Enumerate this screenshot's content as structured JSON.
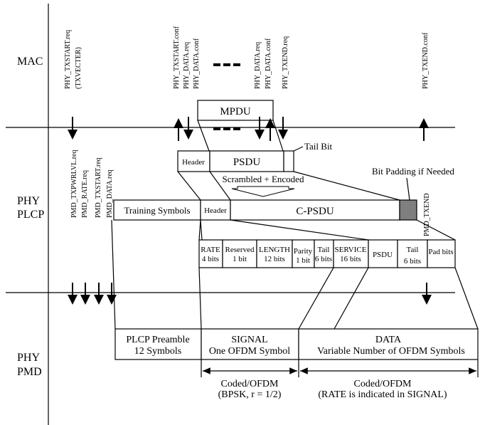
{
  "layers": {
    "mac": "MAC",
    "phy_plcp_1": "PHY",
    "phy_plcp_2": "PLCP",
    "phy_pmd_1": "PHY",
    "phy_pmd_2": "PMD"
  },
  "primitives": {
    "txstart_req": "PHY_TXSTART.req",
    "txvecter": "(TXVECTER)",
    "txstart_conf": "PHY_TXSTART.conf",
    "data_req": "PHY_DATA.req",
    "data_conf": "PHY_DATA.conf",
    "data_req2": "PHY_DATA.req",
    "data_conf2": "PHY_DATA.conf",
    "txend_req": "PHY_TXEND.req",
    "txend_conf": "PHY_TXEND.conf",
    "pmd_txpwrlvl": "PMD_TXPWRLVL.req",
    "pmd_rate": "PMD_RATE.req",
    "pmd_txstart": "PMD_TXSTART.req",
    "pmd_data": "PMD_DATA.req",
    "pmd_txend": "PMD_TXEND"
  },
  "frames": {
    "mpdu": "MPDU",
    "header": "Header",
    "psdu": "PSDU",
    "tail_bit": "Tail Bit",
    "scrambled": "Scrambled + Encoded",
    "bit_padding": "Bit Padding if Needed",
    "training": "Training Symbols",
    "header2": "Header",
    "cpsdu": "C-PSDU"
  },
  "fields": {
    "rate_1": "RATE",
    "rate_2": "4 bits",
    "reserved_1": "Reserved",
    "reserved_2": "1 bit",
    "length_1": "LENGTH",
    "length_2": "12 bits",
    "parity_1": "Parity",
    "parity_2": "1 bit",
    "tail_1": "Tail",
    "tail_2": "6 bits",
    "service_1": "SERVICE",
    "service_2": "16 bits",
    "psdu": "PSDU",
    "tail2_1": "Tail",
    "tail2_2": "6 bits",
    "pad": "Pad bits"
  },
  "pmd": {
    "preamble_1": "PLCP Preamble",
    "preamble_2": "12 Symbols",
    "signal_1": "SIGNAL",
    "signal_2": "One OFDM Symbol",
    "data_1": "DATA",
    "data_2": "Variable Number of OFDM Symbols",
    "coded1_1": "Coded/OFDM",
    "coded1_2": "(BPSK, r = 1/2)",
    "coded2_1": "Coded/OFDM",
    "coded2_2": "(RATE is indicated in SIGNAL)"
  },
  "colors": {
    "pad_fill": "#7f7f7f",
    "line": "#000000"
  }
}
